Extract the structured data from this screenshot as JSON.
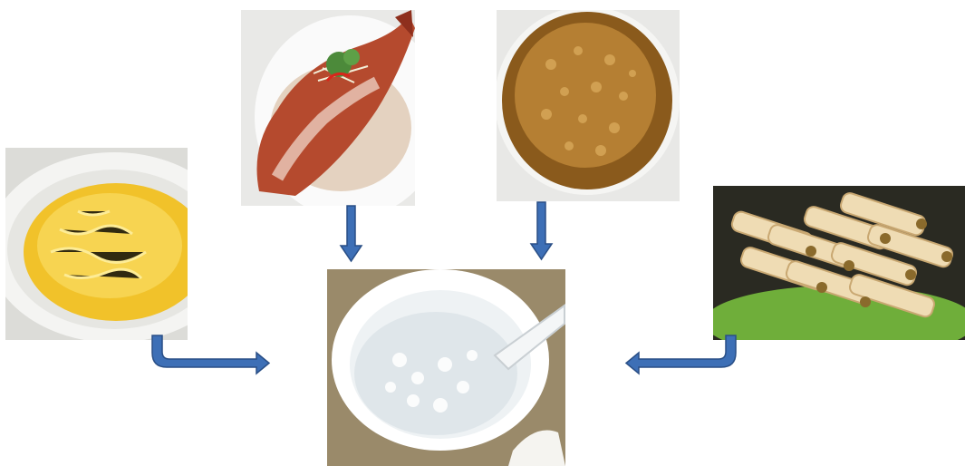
{
  "diagram": {
    "center": {
      "icon": "rice-congee-bowl-photo"
    },
    "sources": [
      {
        "icon": "steamed-egg-photo"
      },
      {
        "icon": "steamed-fish-photo"
      },
      {
        "icon": "minced-sauce-photo"
      },
      {
        "icon": "tofu-skin-rolls-photo"
      }
    ],
    "colors": {
      "arrow_fill": "#3d6fb6",
      "arrow_stroke": "#2a4f86",
      "background": "#ffffff"
    }
  }
}
